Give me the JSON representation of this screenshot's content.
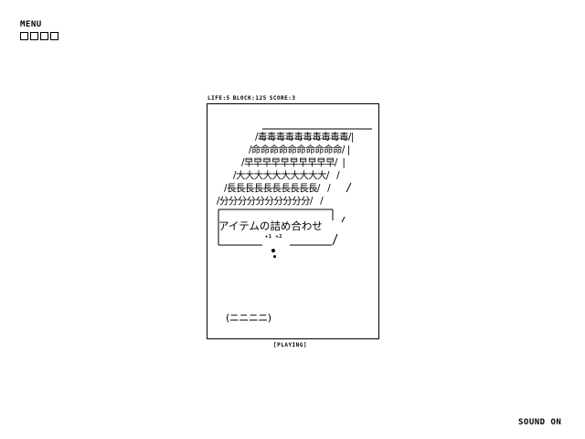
{
  "menu": {
    "label": "MENU",
    "box_count": 4
  },
  "hud": {
    "life": "LIFE:5",
    "block": "BLOCK:125",
    "score": "SCORE:3"
  },
  "stage": {
    "block_rows": [
      "/毒毒毒毒毒毒毒毒毒毒/|",
      "/命命命命命命命命命命/ |",
      "/早早早早早早早早早早/  |",
      "/大大大大大大大大大大/   /",
      "/長長長長長長長長長長/   /",
      "/分分分分分分分分分分/   /"
    ],
    "item_label": "アイテムの詰め合わせ",
    "bonus": "+1 +2",
    "paddle": "(ニニニニ)"
  },
  "status": "[PLAYING]",
  "sound": "SOUND ON"
}
